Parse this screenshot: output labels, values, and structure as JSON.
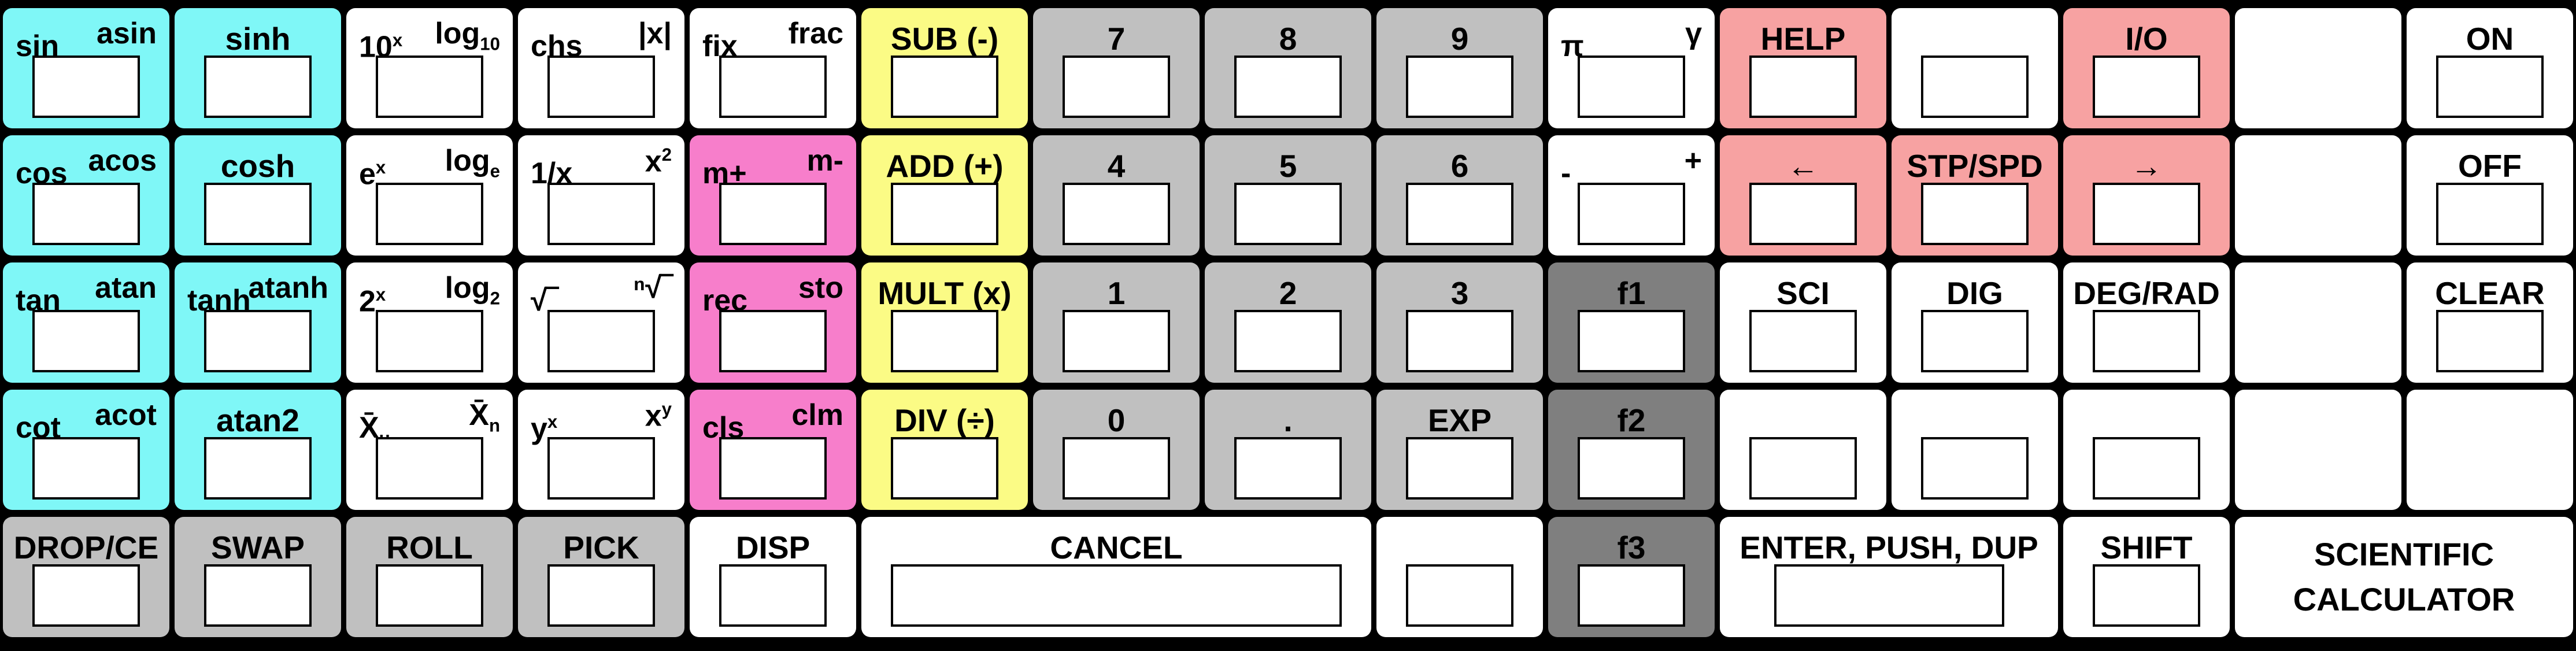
{
  "app": {
    "title_line1": "SCIENTIFIC",
    "title_line2": "CALCULATOR"
  },
  "colors": {
    "cyan": "#7ff7f7",
    "white": "#ffffff",
    "yellow": "#fbfb85",
    "gray": "#c0c0c0",
    "dark": "#7f7f7f",
    "pink": "#f77ecb",
    "salmon": "#f7a2a2",
    "background": "#000000"
  },
  "keys": {
    "sin": {
      "main": "sin",
      "alt": "asin"
    },
    "sinh": {
      "main": "sinh"
    },
    "pow10": {
      "main": "10",
      "main_sup": "x",
      "alt": "log",
      "alt_sub": "10"
    },
    "chs": {
      "main": "chs",
      "alt": "|x|"
    },
    "fix": {
      "main": "fix",
      "alt": "frac"
    },
    "sub": {
      "main": "SUB (-)"
    },
    "n7": {
      "main": "7"
    },
    "n8": {
      "main": "8"
    },
    "n9": {
      "main": "9"
    },
    "pi": {
      "main": "π",
      "alt": "γ"
    },
    "help": {
      "main": "HELP"
    },
    "blank_r1": {
      "main": ""
    },
    "io": {
      "main": "I/O"
    },
    "blank_r1b": {
      "main": ""
    },
    "on": {
      "main": "ON"
    },
    "cos": {
      "main": "cos",
      "alt": "acos"
    },
    "cosh": {
      "main": "cosh"
    },
    "exp": {
      "main": "e",
      "main_sup": "x",
      "alt": "log",
      "alt_sub": "e"
    },
    "recip": {
      "main": "1/x",
      "alt": "x",
      "alt_sup": "2"
    },
    "mplus": {
      "main": "m+",
      "alt": "m-"
    },
    "add": {
      "main": "ADD (+)"
    },
    "n4": {
      "main": "4"
    },
    "n5": {
      "main": "5"
    },
    "n6": {
      "main": "6"
    },
    "sign": {
      "main": "-",
      "alt": "+"
    },
    "left": {
      "main": "←"
    },
    "stpspd": {
      "main": "STP/SPD"
    },
    "right": {
      "main": "→"
    },
    "blank_r2": {
      "main": ""
    },
    "off": {
      "main": "OFF"
    },
    "tan": {
      "main": "tan",
      "alt": "atan"
    },
    "tanh": {
      "main": "tanh",
      "alt": "atanh"
    },
    "pow2": {
      "main": "2",
      "main_sup": "x",
      "alt": "log",
      "alt_sub": "2"
    },
    "root": {
      "main": "√‾",
      "alt": "ⁿ√‾"
    },
    "rec": {
      "main": "rec",
      "alt": "sto"
    },
    "mult": {
      "main": "MULT (x)"
    },
    "n1": {
      "main": "1"
    },
    "n2": {
      "main": "2"
    },
    "n3": {
      "main": "3"
    },
    "f1": {
      "main": "f1"
    },
    "sci": {
      "main": "SCI"
    },
    "dig": {
      "main": "DIG"
    },
    "degrad": {
      "main": "DEG/RAD"
    },
    "blank_r3": {
      "main": ""
    },
    "clear": {
      "main": "CLEAR"
    },
    "cot": {
      "main": "cot",
      "alt": "acot"
    },
    "atan2": {
      "main": "atan2"
    },
    "mean": {
      "main": "X̄",
      "main_sub": "u",
      "alt": "X̄",
      "alt_sub": "n"
    },
    "power": {
      "main": "y",
      "main_sup": "x",
      "alt": "x",
      "alt_sup": "y"
    },
    "cls": {
      "main": "cls",
      "alt": "clm"
    },
    "div": {
      "main": "DIV (÷)"
    },
    "n0": {
      "main": "0"
    },
    "dot": {
      "main": "."
    },
    "expkey": {
      "main": "EXP"
    },
    "f2": {
      "main": "f2"
    },
    "blank_r4a": {
      "main": ""
    },
    "blank_r4b": {
      "main": ""
    },
    "blank_r4c": {
      "main": ""
    },
    "blank_r4d": {
      "main": ""
    },
    "blank_r4e": {
      "main": ""
    },
    "drop": {
      "main": "DROP/CE"
    },
    "swap": {
      "main": "SWAP"
    },
    "roll": {
      "main": "ROLL"
    },
    "pick": {
      "main": "PICK"
    },
    "disp": {
      "main": "DISP"
    },
    "cancel": {
      "main": "CANCEL"
    },
    "blank_r5": {
      "main": ""
    },
    "f3": {
      "main": "f3"
    },
    "enter": {
      "main": "ENTER, PUSH, DUP"
    },
    "shift": {
      "main": "SHIFT"
    }
  }
}
